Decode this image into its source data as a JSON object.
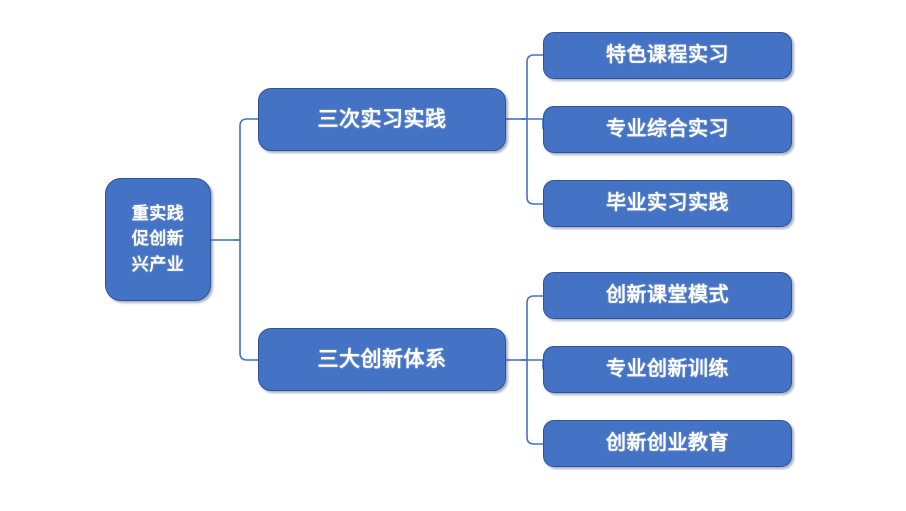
{
  "diagram": {
    "type": "hierarchy-tree",
    "orientation": "left-to-right",
    "colors": {
      "node_fill": "#4472C4",
      "node_border": "#2E5396",
      "connector": "#4472C4",
      "text": "#FFFFFF",
      "background": "#FFFFFF"
    },
    "root": {
      "lines": [
        "重实践",
        "促创新",
        "兴产业"
      ]
    },
    "branches": [
      {
        "label": "三次实习实践",
        "children": [
          {
            "label": "特色课程实习"
          },
          {
            "label": "专业综合实习"
          },
          {
            "label": "毕业实习实践"
          }
        ]
      },
      {
        "label": "三大创新体系",
        "children": [
          {
            "label": "创新课堂模式"
          },
          {
            "label": "专业创新训练"
          },
          {
            "label": "创新创业教育"
          }
        ]
      }
    ]
  }
}
